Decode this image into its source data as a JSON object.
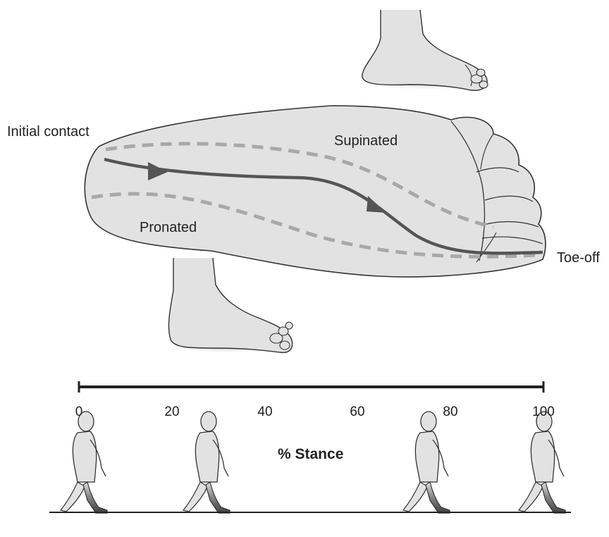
{
  "labels": {
    "initial_contact": "Initial contact",
    "supinated": "Supinated",
    "pronated": "Pronated",
    "toe_off": "Toe-off",
    "axis_title": "% Stance"
  },
  "axis": {
    "ticks": [
      "0",
      "20",
      "40",
      "60",
      "80",
      "100"
    ]
  },
  "figures": [
    {
      "stance_percent": 0,
      "phase": "initial contact"
    },
    {
      "stance_percent": 28,
      "phase": "mid stance"
    },
    {
      "stance_percent": 75,
      "phase": "heel off"
    },
    {
      "stance_percent": 100,
      "phase": "toe off"
    }
  ],
  "colors": {
    "skin_fill": "#e2e2e2",
    "outline": "#333333",
    "path_line": "#555555",
    "dashed_boundary": "#a8a8a8",
    "shaded_leg": "#4a4a4a"
  },
  "icons": [
    "foot-side-icon",
    "footprint-icon",
    "walking-figure-icon"
  ]
}
